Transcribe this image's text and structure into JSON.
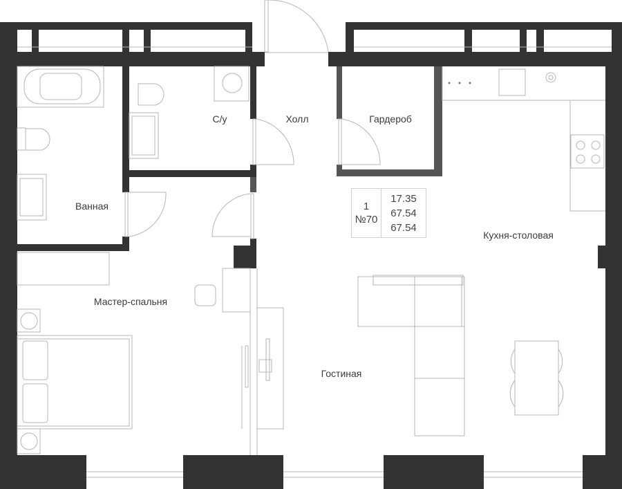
{
  "rooms": {
    "wc": "С/у",
    "hall": "Холл",
    "wardrobe": "Гардероб",
    "bathroom": "Ванная",
    "kitchen_dining": "Кухня-столовая",
    "master_bedroom": "Мастер-спальня",
    "living_room": "Гостиная"
  },
  "info": {
    "rooms_count": "1",
    "apartment_number": "№70",
    "area_1": "17.35",
    "area_2": "67.54",
    "area_3": "67.54"
  },
  "colors": {
    "wall": "#333333",
    "partition": "#555555",
    "furniture": "#b5b5b5",
    "text": "#3a3a3a"
  }
}
